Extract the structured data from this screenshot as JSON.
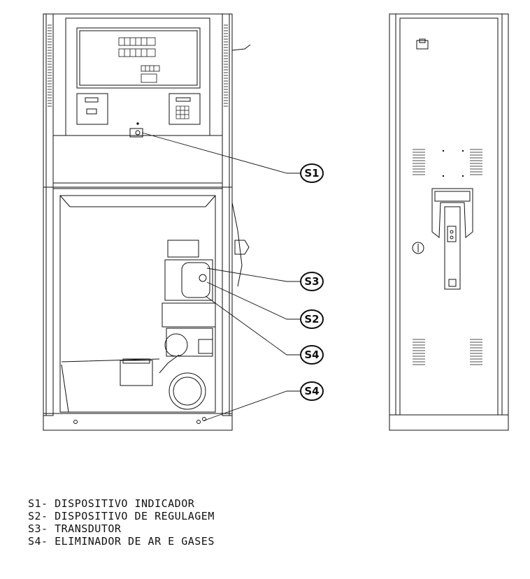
{
  "callouts": {
    "s1": "S1",
    "s3": "S3",
    "s2": "S2",
    "s4a": "S4",
    "s4b": "S4"
  },
  "legend": [
    "S1- DISPOSITIVO INDICADOR",
    "S2- DISPOSITIVO DE REGULAGEM",
    "S3- TRANSDUTOR",
    "S4- ELIMINADOR DE AR E GASES"
  ]
}
